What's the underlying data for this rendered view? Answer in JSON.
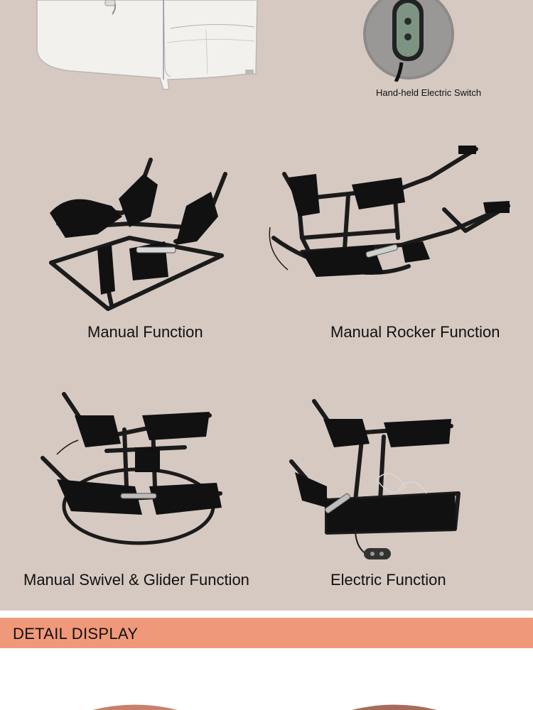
{
  "switch": {
    "caption": "Hand-held Electric Switch"
  },
  "functions": [
    {
      "label": "Manual Function"
    },
    {
      "label": "Manual Rocker Function"
    },
    {
      "label": "Manual Swivel & Glider Function"
    },
    {
      "label": "Electric Function"
    }
  ],
  "detail": {
    "title": "DETAIL DISPLAY"
  },
  "colors": {
    "background": "#d6c9c2",
    "banner": "#f0997a",
    "mechanism": "#1b1b1b"
  }
}
